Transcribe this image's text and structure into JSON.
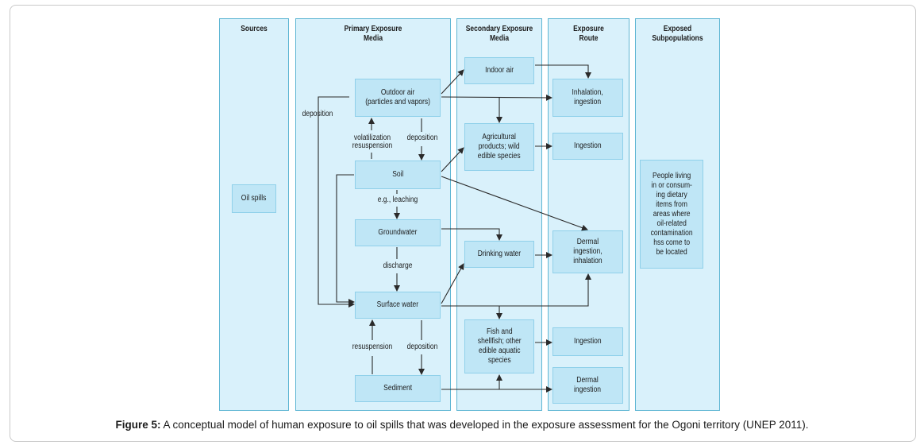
{
  "columns": {
    "sources": "Sources",
    "primary": "Primary Exposure\nMedia",
    "secondary": "Secondary Exposure\nMedia",
    "route": "Exposure\nRoute",
    "subpop": "Exposed\nSubpopulations"
  },
  "boxes": {
    "oil_spills": "Oil spills",
    "outdoor_air": "Outdoor air\n(particles and vapors)",
    "soil": "Soil",
    "groundwater": "Groundwater",
    "surface_water": "Surface water",
    "sediment": "Sediment",
    "indoor_air": "Indoor air",
    "agricultural": "Agricultural\nproducts; wild\nedible species",
    "drinking_water": "Drinking water",
    "fish": "Fish and\nshellfish; other\nedible aquatic\nspecies",
    "inhalation_ingestion": "Inhalation,\ningestion",
    "ingestion_1": "Ingestion",
    "dermal_ingestion_inhalation": "Dermal\ningestion,\ninhalation",
    "ingestion_2": "Ingestion",
    "dermal_ingestion": "Dermal\ningestion",
    "people": "People living\nin or consum-\ning dietary\nitems from\nareas where\noil-related\ncontamination\nhss come to\nbe located"
  },
  "labels": {
    "deposition_left": "deposition",
    "volatilization": "volatilization\nresuspension",
    "deposition_air": "deposition",
    "leaching": "e.g., leaching",
    "discharge": "discharge",
    "resuspension": "resuspension",
    "deposition_sed": "deposition"
  },
  "caption": {
    "label": "Figure 5:",
    "text": " A conceptual model of human exposure to oil spills that was developed in the exposure assessment for the Ogoni territory (UNEP 2011)."
  }
}
